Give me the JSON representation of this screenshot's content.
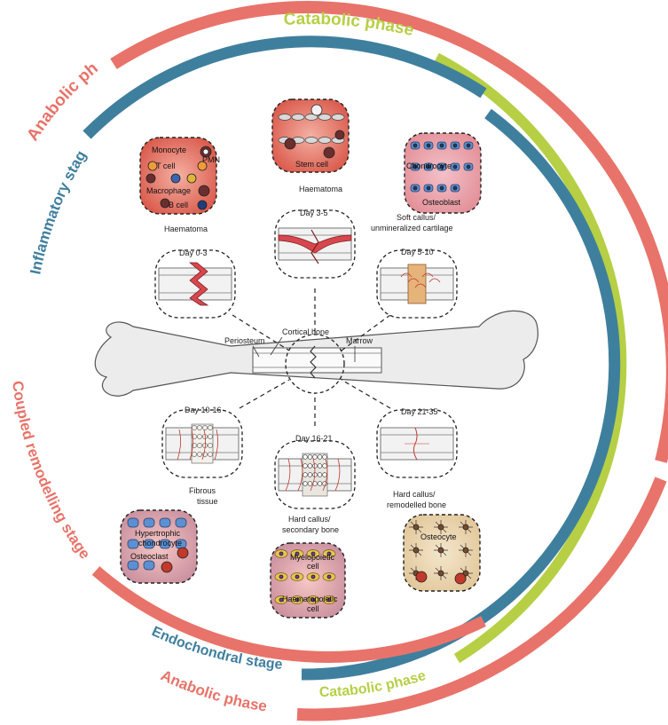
{
  "phases": {
    "outer_top": "Anabolic phase",
    "catabolic_top": "Catabolic phase",
    "inflammatory": "Inflammatory stage",
    "coupled": "Coupled remodelling stage",
    "endochondral": "Endochondral stage",
    "catabolic_bottom": "Catabolic phase",
    "anabolic_bottom": "Anabolic phase"
  },
  "colors": {
    "anabolic": "#e8736a",
    "catabolic": "#b6cf45",
    "stage": "#3f7f9e"
  },
  "bone_labels": {
    "cortical": "Cortical bone",
    "periosteum": "Periosteum",
    "marrow": "Marrow"
  },
  "steps": [
    {
      "day": "Day 0-3",
      "caption": "Haematoma"
    },
    {
      "day": "Day 3-5",
      "caption": "Haematoma"
    },
    {
      "day": "Day 5-10",
      "caption": "Soft callus/ unmineralized cartilage"
    },
    {
      "day": "Day 10-16",
      "caption": "Fibrous tissue"
    },
    {
      "day": "Day 16-21",
      "caption": "Hard callus/ secondary bone"
    },
    {
      "day": "Day 21-35",
      "caption": "Hard callus/ remodelled bone"
    }
  ],
  "captions": {
    "c1": "Haematoma",
    "c2": "Haematoma",
    "c3a": "Soft callus/",
    "c3b": "unmineralized cartilage",
    "c4a": "Fibrous",
    "c4b": "tissue",
    "c5a": "Hard callus/",
    "c5b": "secondary bone",
    "c6a": "Hard callus/",
    "c6b": "remodelled bone"
  },
  "cells": {
    "monocyte": "Monocyte",
    "pmn": "PMN",
    "tcell": "T cell",
    "macrophage": "Macrophage",
    "bcell": "B cell",
    "stem": "Stem cell",
    "chondrocyte": "Chondrocyte",
    "osteoblast": "Osteoblast",
    "hypertrophic_a": "Hypertrophic",
    "hypertrophic_b": "chondrocyte",
    "osteoclast": "Osteoclast",
    "myelo_a": "Myelopoietic",
    "myelo_b": "cell",
    "haemato_a": "Haematopoietic",
    "haemato_b": "cell",
    "osteocyte": "Osteocyte"
  }
}
